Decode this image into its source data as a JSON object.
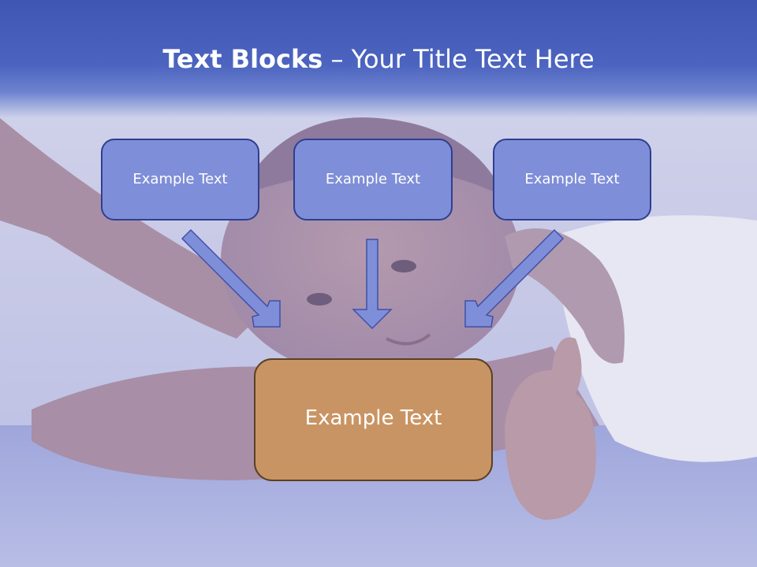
{
  "title": {
    "bold": "Text Blocks",
    "separator": " – ",
    "rest": "Your Title Text Here"
  },
  "blocks": [
    {
      "label": "Example Text"
    },
    {
      "label": "Example Text"
    },
    {
      "label": "Example Text"
    }
  ],
  "target": {
    "label": "Example Text"
  },
  "colors": {
    "header": "#4c64c0",
    "block_fill": "#7f8ed8",
    "block_stroke": "#2f3f8f",
    "arrow_fill": "#7f8ed8",
    "arrow_stroke": "#3f50a8",
    "target_fill": "#c99463",
    "target_stroke": "#5a4024"
  }
}
